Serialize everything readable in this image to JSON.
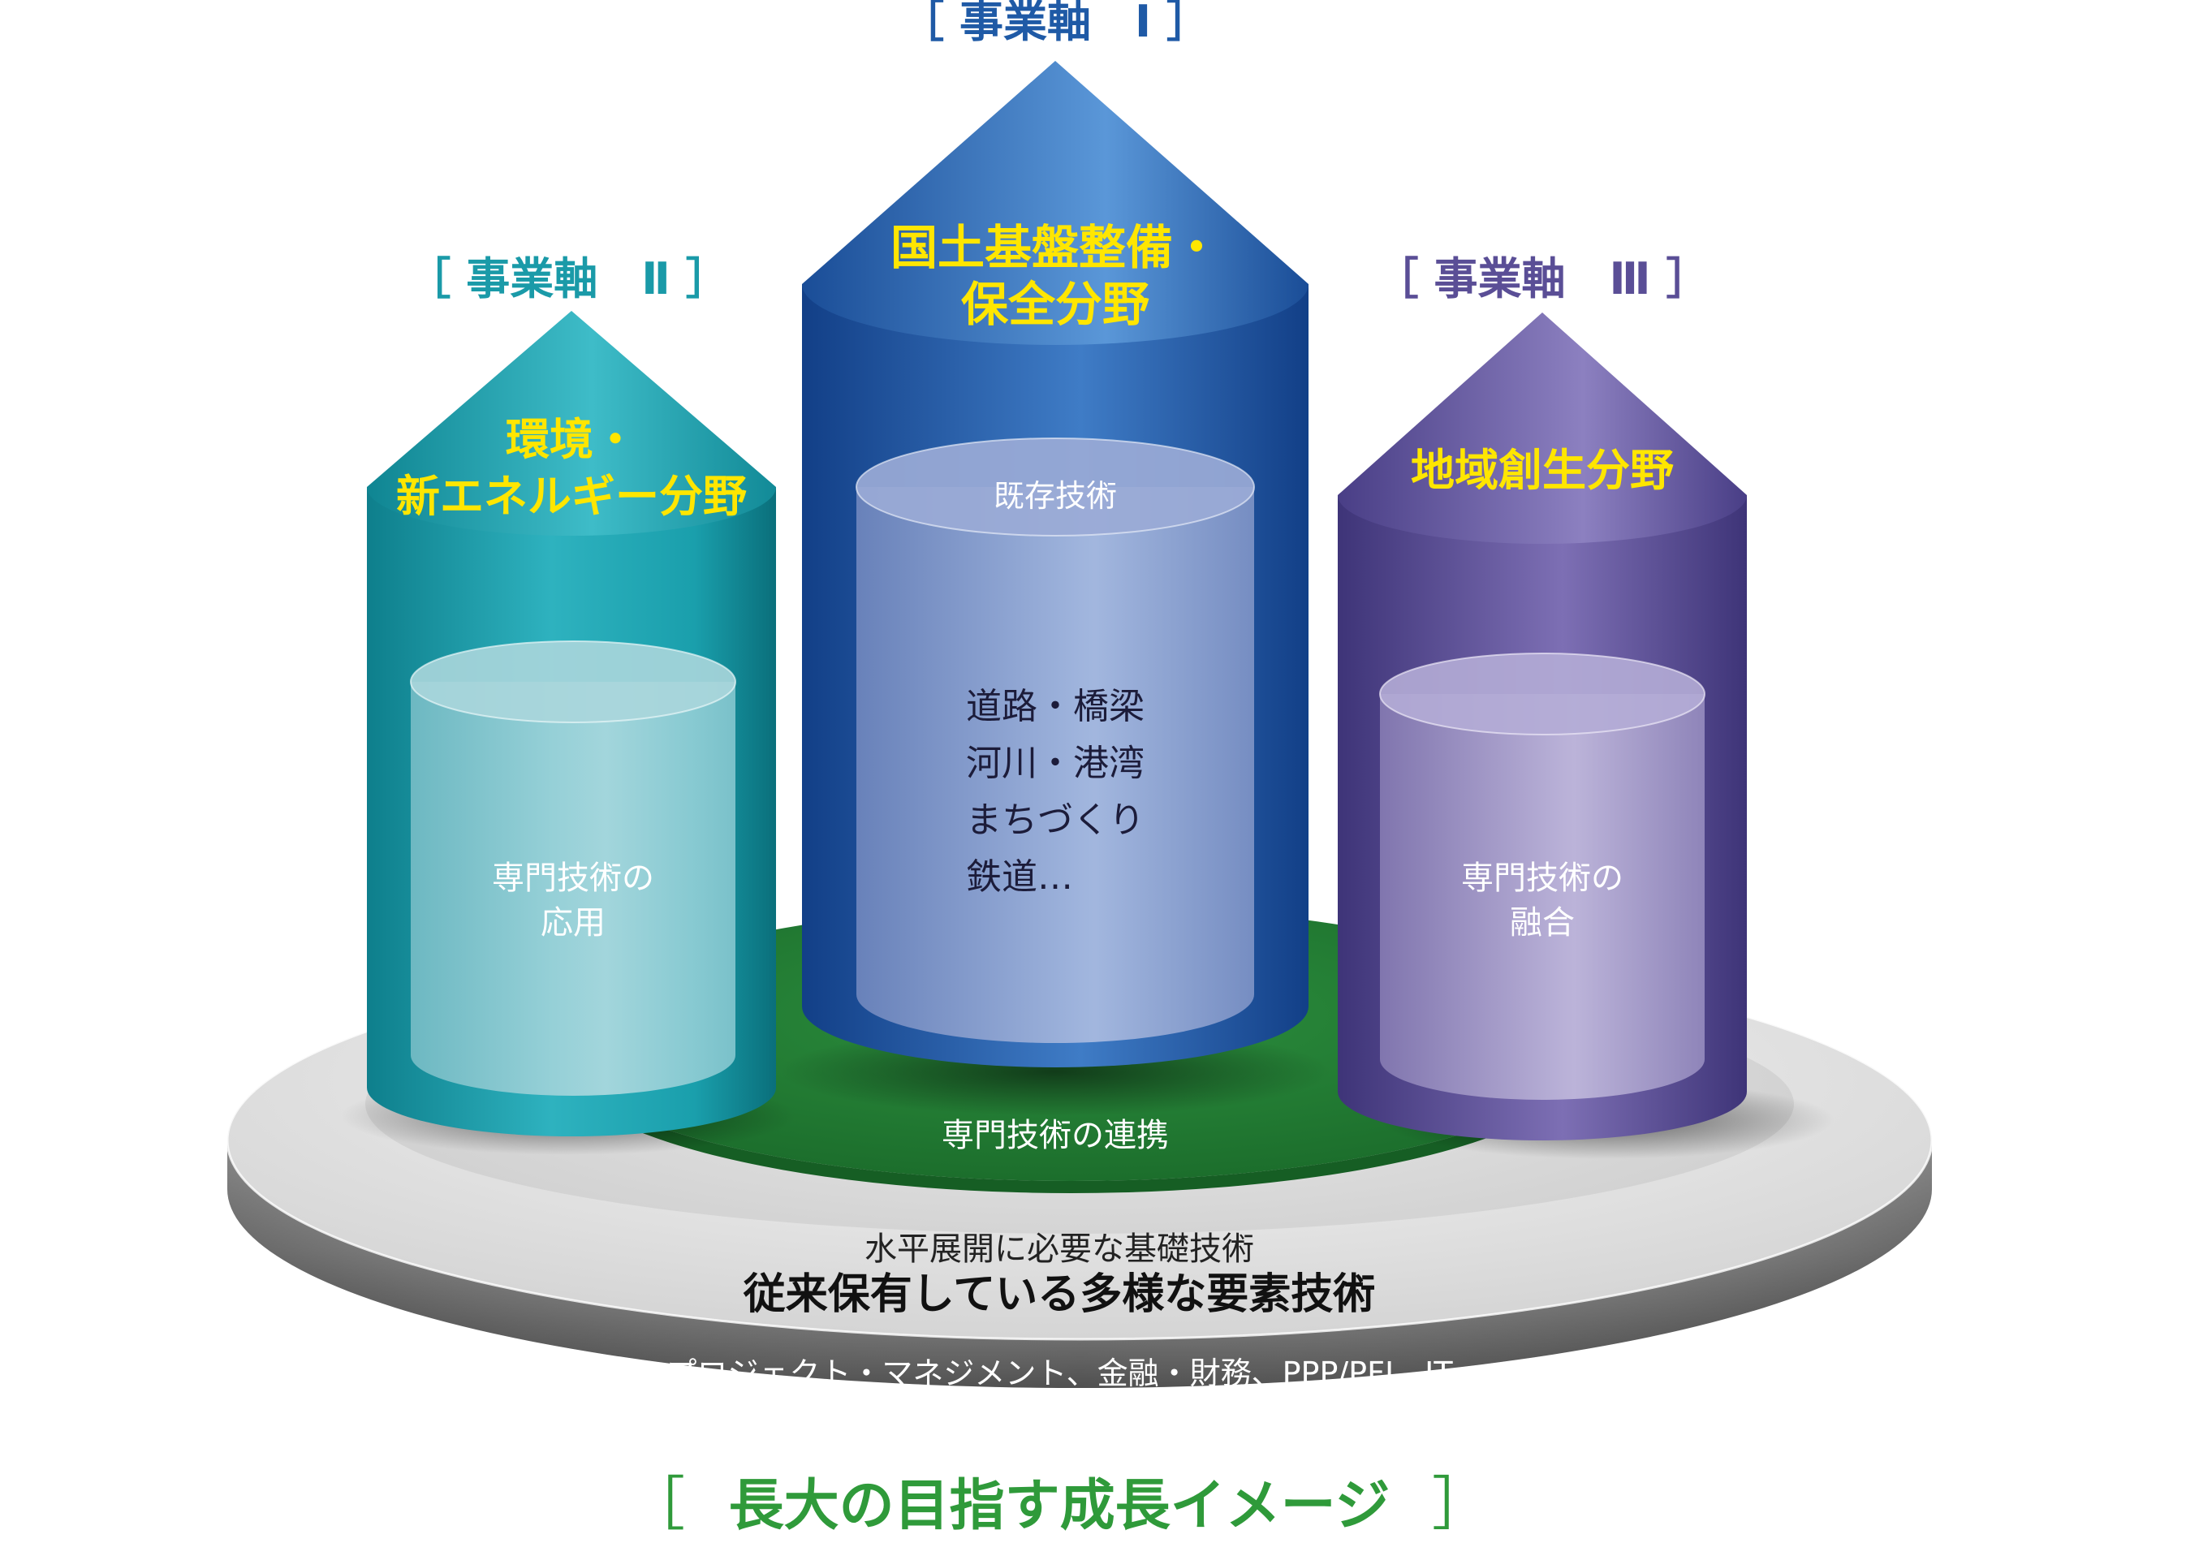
{
  "axis1": {
    "heading": "［ 事業軸　Ⅰ ］",
    "field_line1": "国土基盤整備・",
    "field_line2": "保全分野",
    "inner_title": "既存技術",
    "inner_items": [
      "道路・橋梁",
      "河川・港湾",
      "まちづくり",
      "鉄道…"
    ],
    "color": "#1f5aa6"
  },
  "axis2": {
    "heading": "［ 事業軸　Ⅱ ］",
    "field_line1": "環境・",
    "field_line2": "新エネルギー分野",
    "inner_line1": "専門技術の",
    "inner_line2": "応用",
    "color": "#1a9aa8"
  },
  "axis3": {
    "heading": "［ 事業軸　Ⅲ ］",
    "field_line1": "地域創生分野",
    "inner_line1": "専門技術の",
    "inner_line2": "融合",
    "color": "#5a4e96"
  },
  "base": {
    "green_label": "専門技術の連携",
    "line1": "水平展開に必要な基礎技術",
    "line2": "従来保有している多様な要素技術",
    "line3": "プロジェクト・マネジメント、金融・財務、PPP/PFI、IT",
    "green_color": "#2e8b3e"
  },
  "caption": {
    "bracket_open": "［",
    "text": "長大の目指す成長イメージ",
    "bracket_close": "］",
    "color": "#2f9a3a"
  },
  "accent_yellow": "#ffe600"
}
